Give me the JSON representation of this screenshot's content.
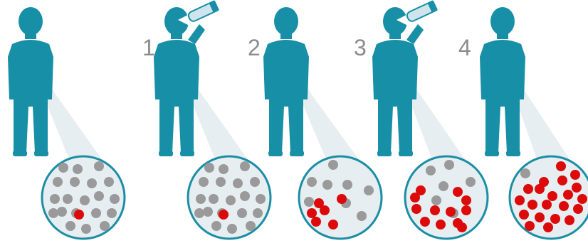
{
  "colors": {
    "figure": "#178fa6",
    "lens_fill": "#e7eef1",
    "lens_stroke": "#1b8ea5",
    "cone": "#e6eef1",
    "gray_cell": "#9a9a9a",
    "red_cell": "#dc0a0a",
    "bottle": "#cfe4ec",
    "number": "#8c8c8c"
  },
  "stages": [
    {
      "step_label": "",
      "drinking": false,
      "red_cells": 1,
      "gray_cells": 20
    },
    {
      "step_label": "1",
      "drinking": true,
      "red_cells": 1,
      "gray_cells": 20
    },
    {
      "step_label": "2",
      "drinking": false,
      "red_cells": 6,
      "gray_cells": 8
    },
    {
      "step_label": "3",
      "drinking": true,
      "red_cells": 12,
      "gray_cells": 6
    },
    {
      "step_label": "4",
      "drinking": false,
      "red_cells": 21,
      "gray_cells": 1
    }
  ]
}
